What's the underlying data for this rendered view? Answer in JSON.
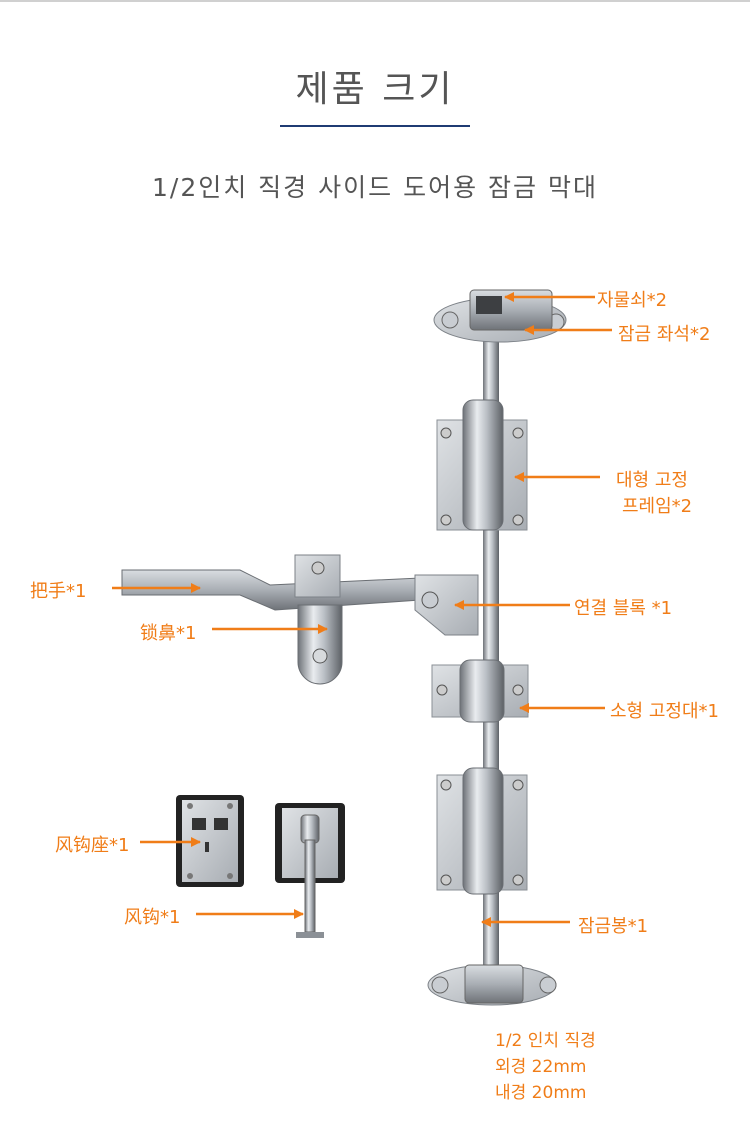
{
  "header": {
    "title": "제품 크기",
    "subtitle": "1/2인치 직경 사이드 도어용 잠금 막대"
  },
  "labels": {
    "cam_keeper": "자물쇠*2",
    "lock_seat": "잠금 좌석*2",
    "large_frame_1": "대형 고정",
    "large_frame_2": "프레임*2",
    "handle": "把手*1",
    "connector_block": "연결 블록 *1",
    "lock_nose": "锁鼻*1",
    "small_bracket": "소형 고정대*1",
    "wind_hook_seat": "风钩座*1",
    "wind_hook": "风钩*1",
    "lock_rod": "잠금봉*1"
  },
  "specs": {
    "line1": "1/2 인치 직경",
    "line2": "외경 22mm",
    "line3": "내경 20mm"
  },
  "colors": {
    "accent": "#f07d18",
    "rule": "#1f3b73",
    "text": "#555555"
  }
}
